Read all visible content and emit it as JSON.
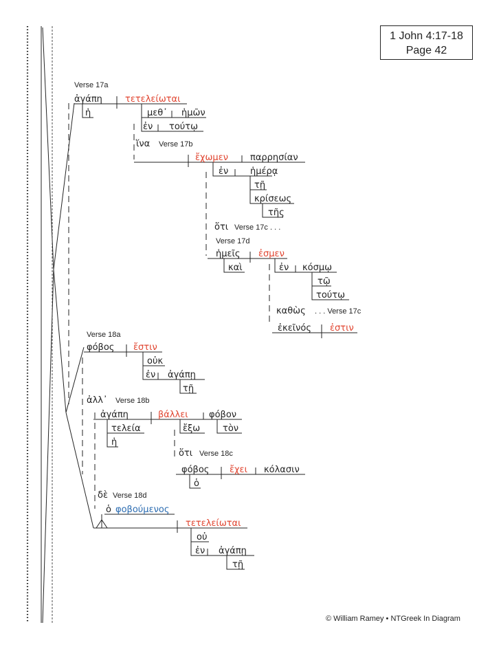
{
  "header": {
    "reference": "1 John 4:17-18",
    "page": "Page 42"
  },
  "footer": {
    "copyright": "© William Ramey • NTGreek In Diagram"
  },
  "colors": {
    "verb": "#e0432e",
    "participle": "#2a6bb0",
    "line": "#222222"
  },
  "verse_labels": {
    "v17a": "Verse 17a",
    "v17b": "Verse 17b",
    "v17c": "Verse 17c . . .",
    "v17d": "Verse 17d",
    "v17c2": ". . . Verse 17c",
    "v18a": "Verse 18a",
    "v18b": "Verse 18b",
    "v18c": "Verse 18c",
    "v18d": "Verse 18d"
  },
  "words": {
    "agape1": "ἀγάπη",
    "teleiotai1": "τετελείωται",
    "he1": "ἡ",
    "meth": "μεθ᾽",
    "hemon": "ἡμῶν",
    "en1": "ἐν",
    "touto1": "τούτῳ",
    "hina": "ἵνα",
    "echomen": "ἔχωμεν",
    "parresian": "παρρησίαν",
    "en2": "ἐν",
    "hemera": "ἡμέρᾳ",
    "te1": "τῇ",
    "kriseos": "κρίσεως",
    "tes": "τῆς",
    "hoti1": "ὅτι",
    "hemeis": "ἡμεῖς",
    "esmen": "ἐσμεν",
    "kai": "καὶ",
    "en3": "ἐν",
    "kosmo": "κόσμῳ",
    "to": "τῷ",
    "touto2": "τούτῳ",
    "kathos": "καθὼς",
    "ekeinos": "ἐκεῖνός",
    "estin1": "ἐστιν",
    "phobos1": "φόβος",
    "estin2": "ἔστιν",
    "ouk": "οὐκ",
    "en4": "ἐν",
    "agape2": "ἀγάπῃ",
    "te2": "τῇ",
    "all": "ἀλλ᾽",
    "agape3": "ἀγάπη",
    "teleia": "τελεία",
    "he2": "ἡ",
    "ballei": "βάλλει",
    "phobon": "φόβον",
    "exo": "ἔξω",
    "ton": "τὸν",
    "hoti2": "ὅτι",
    "phobos2": "φόβος",
    "echei": "ἔχει",
    "kolasin": "κόλασιν",
    "ho1": "ὁ",
    "de": "δὲ",
    "ho2": "ὁ",
    "phoboumenos": "φοβούμενος",
    "teteleiotai2": "τετελείωται",
    "ou": "οὐ",
    "en5": "ἐν",
    "agape4": "ἀγάπῃ",
    "te3": "τῇ"
  }
}
